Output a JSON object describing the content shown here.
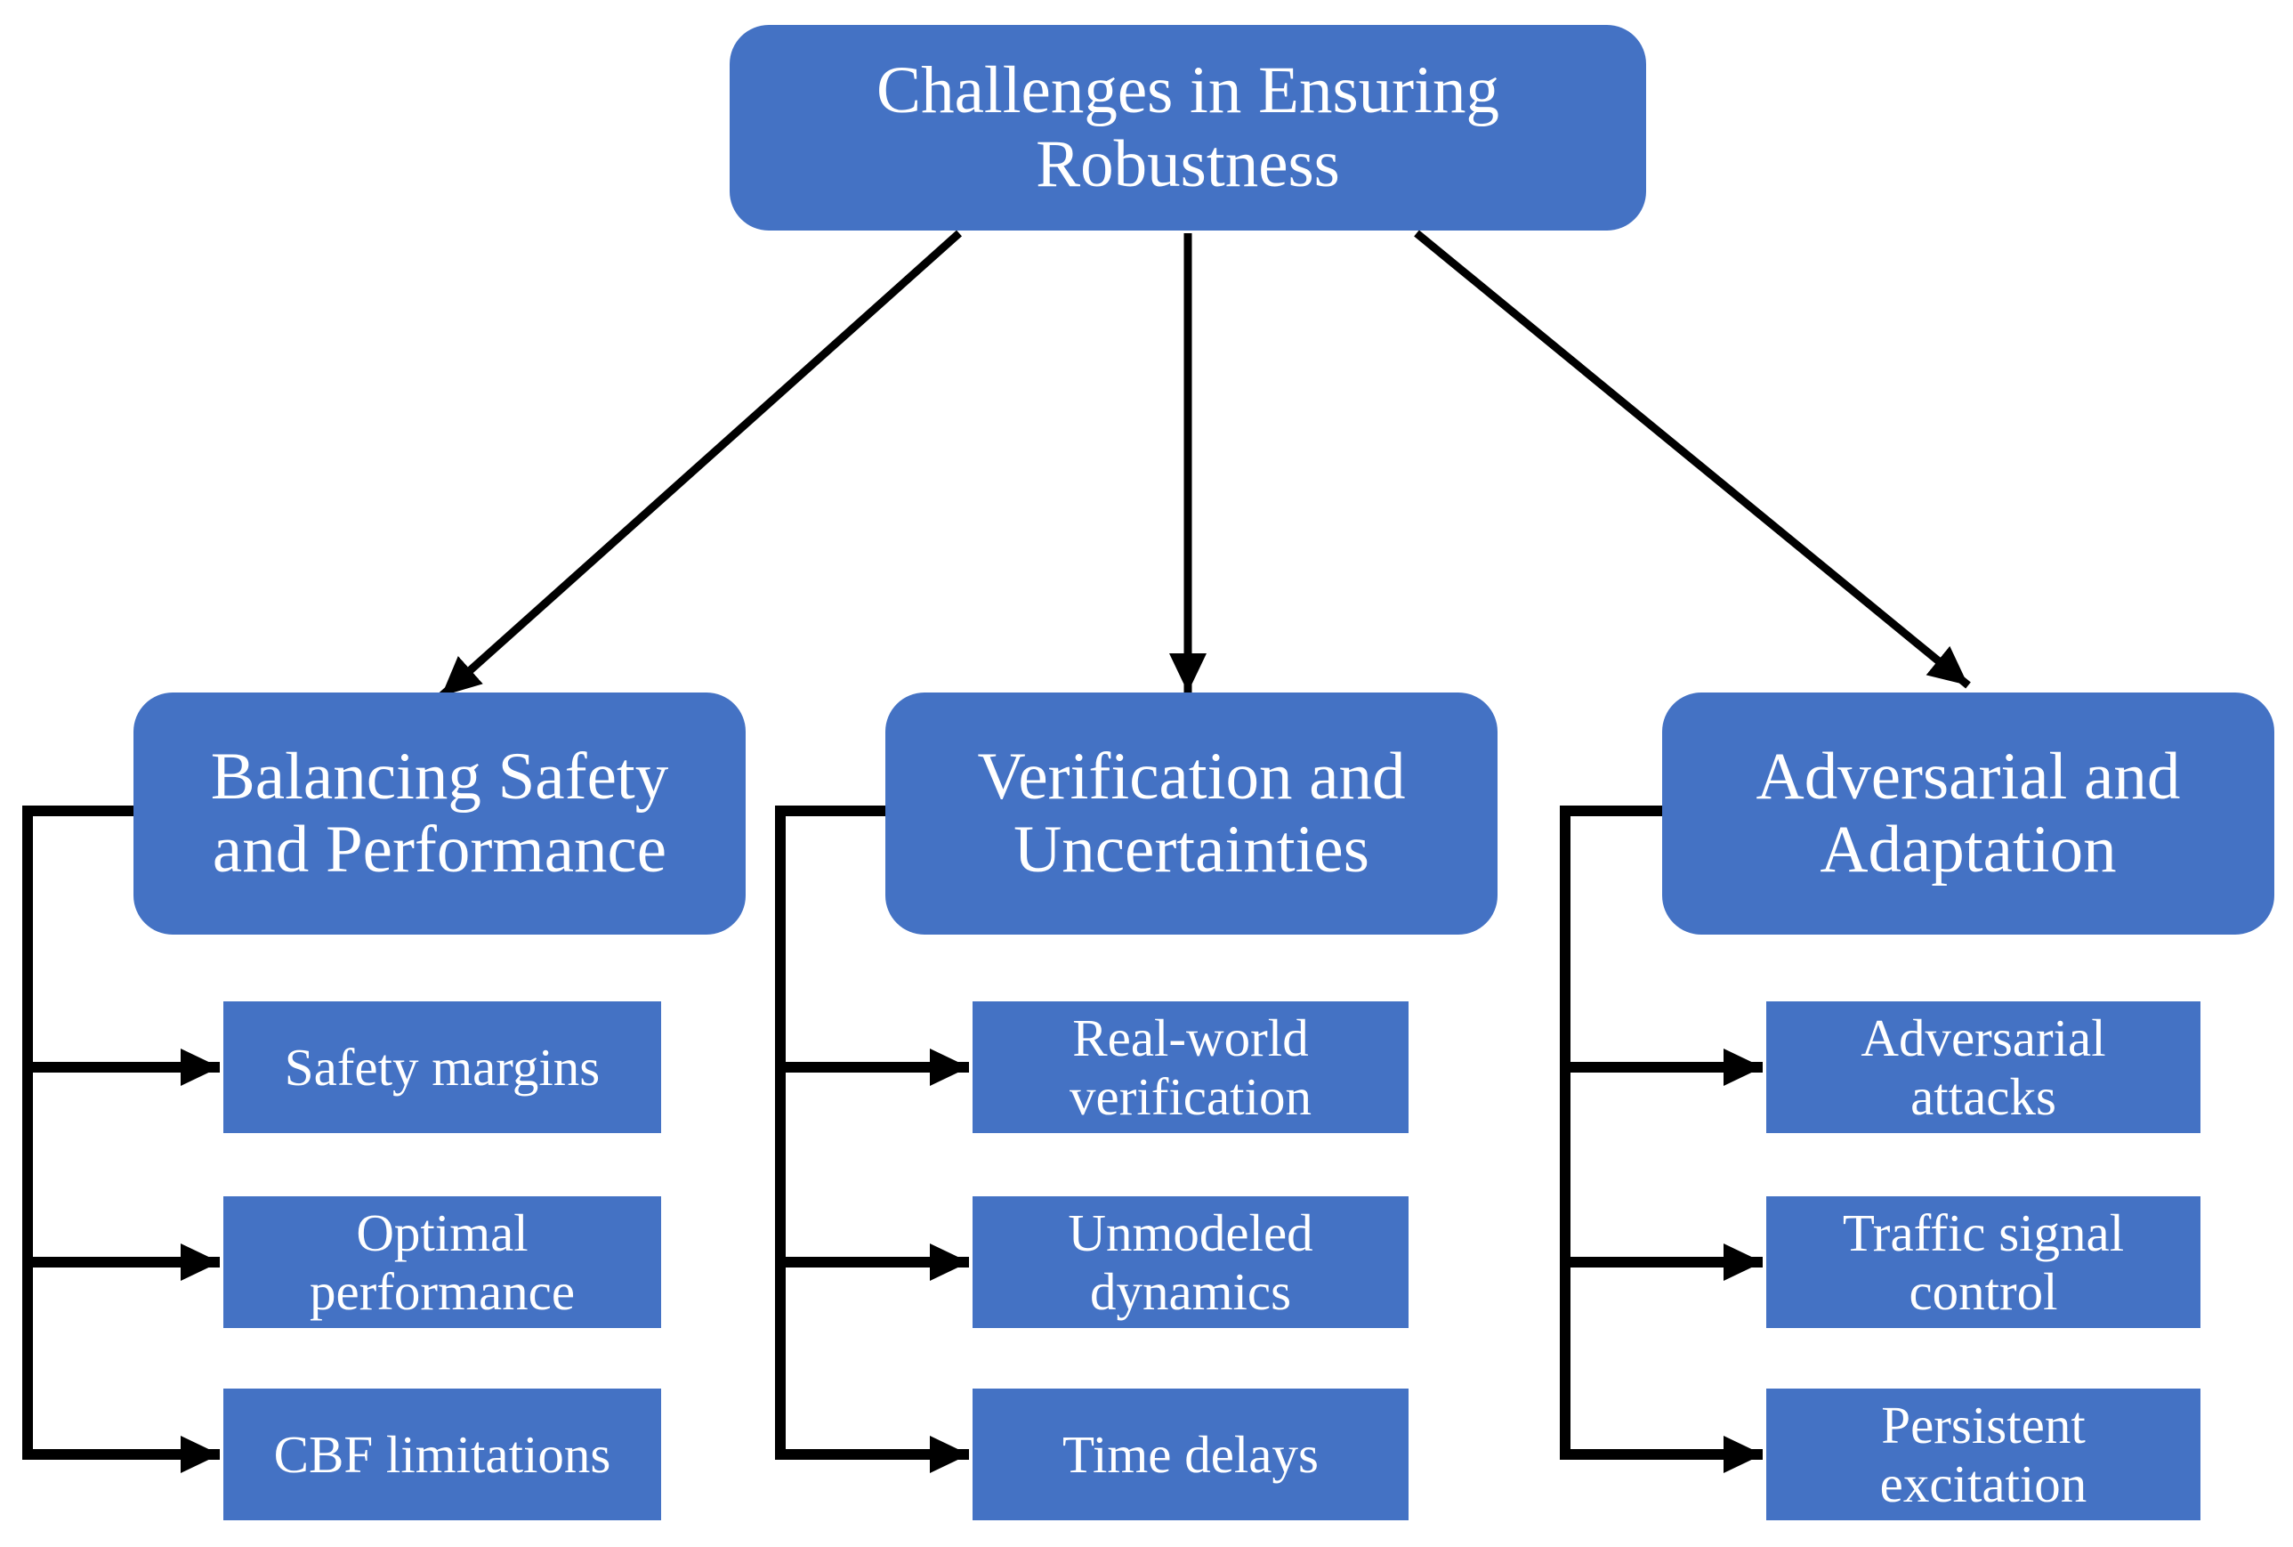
{
  "diagram": {
    "root": {
      "label": "Challenges in Ensuring Robustness",
      "lines": [
        "Challenges in Ensuring",
        "Robustness"
      ]
    },
    "branches": [
      {
        "label": "Balancing Safety and Performance",
        "lines": [
          "Balancing Safety",
          "and Performance"
        ],
        "children": [
          {
            "label": "Safety margins",
            "lines": [
              "Safety margins"
            ]
          },
          {
            "label": "Optimal performance",
            "lines": [
              "Optimal",
              "performance"
            ]
          },
          {
            "label": "CBF limitations",
            "lines": [
              "CBF limitations"
            ]
          }
        ]
      },
      {
        "label": "Verification and Uncertainties",
        "lines": [
          "Verification and",
          "Uncertainties"
        ],
        "children": [
          {
            "label": "Real-world verification",
            "lines": [
              "Real-world",
              "verification"
            ]
          },
          {
            "label": "Unmodeled dynamics",
            "lines": [
              "Unmodeled",
              "dynamics"
            ]
          },
          {
            "label": "Time delays",
            "lines": [
              "Time delays"
            ]
          }
        ]
      },
      {
        "label": "Adversarial and Adaptation",
        "lines": [
          "Adversarial and",
          "Adaptation"
        ],
        "children": [
          {
            "label": "Adversarial attacks",
            "lines": [
              "Adversarial",
              "attacks"
            ]
          },
          {
            "label": "Traffic signal control",
            "lines": [
              "Traffic signal",
              "control"
            ]
          },
          {
            "label": "Persistent excitation",
            "lines": [
              "Persistent",
              "excitation"
            ]
          }
        ]
      }
    ],
    "colors": {
      "node_fill": "#4472C4",
      "node_text": "#FFFFFF",
      "connector": "#000000",
      "background": "#FFFFFF"
    }
  }
}
